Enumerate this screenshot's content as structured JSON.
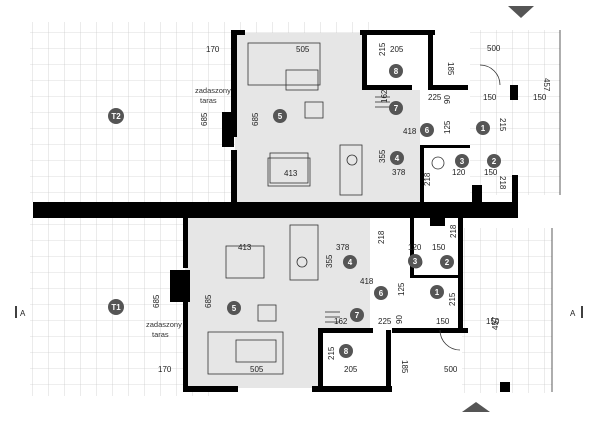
{
  "colors": {
    "wall": "#000000",
    "floor": "#e6e6e6",
    "grid": "#bdbdbd",
    "marker": "#555555"
  },
  "section_marks": {
    "left": "A",
    "right": "A"
  },
  "terrace_labels": {
    "line1": "zadaszony",
    "line2": "taras"
  },
  "upper_unit": {
    "terrace": "T2",
    "rooms": [
      "5",
      "8",
      "7",
      "6",
      "1",
      "4",
      "3",
      "2"
    ],
    "dims": {
      "d170": "170",
      "d505": "505",
      "d205": "205",
      "d500": "500",
      "d185": "185",
      "d457": "457",
      "d215a": "215",
      "d685a": "685",
      "d685b": "685",
      "d162": "162",
      "d225": "225",
      "d90": "90",
      "d150a": "150",
      "d150b": "150",
      "d418": "418",
      "d125": "125",
      "d215b": "215",
      "d355": "355",
      "d378": "378",
      "d413": "413",
      "d218a": "218",
      "d120": "120",
      "d150c": "150",
      "d218b": "218"
    }
  },
  "lower_unit": {
    "terrace": "T1",
    "rooms": [
      "5",
      "8",
      "7",
      "6",
      "1",
      "4",
      "3",
      "2"
    ],
    "dims": {
      "d413": "413",
      "d378": "378",
      "d218a": "218",
      "d120": "120",
      "d150a": "150",
      "d218b": "218",
      "d355": "355",
      "d418": "418",
      "d125": "125",
      "d215a": "215",
      "d685a": "685",
      "d685b": "685",
      "d162": "162",
      "d225": "225",
      "d90": "90",
      "d150b": "150",
      "d150c": "150",
      "d457": "457",
      "d215b": "215",
      "d205": "205",
      "d185": "185",
      "d500": "500",
      "d170": "170",
      "d505": "505"
    }
  }
}
